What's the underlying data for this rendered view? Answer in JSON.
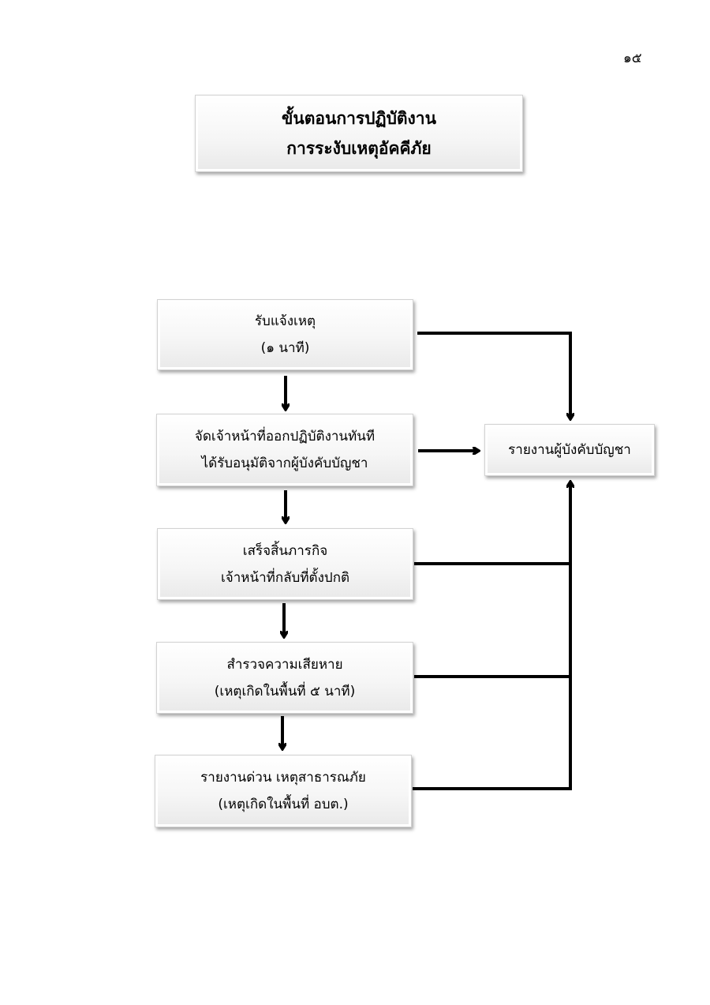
{
  "page_number": "๑๕",
  "title": {
    "line1": "ขั้นตอนการปฏิบัติงาน",
    "line2": "การระงับเหตุอัคคีภัย"
  },
  "steps": [
    {
      "line1": "รับแจ้งเหตุ",
      "line2": "(๑ นาที)"
    },
    {
      "line1": "จัดเจ้าหน้าที่ออกปฏิบัติงานทันที",
      "line2": "ได้รับอนุมัติจากผู้บังคับบัญชา"
    },
    {
      "line1": "เสร็จสิ้นภารกิจ",
      "line2": "เจ้าหน้าที่กลับที่ตั้งปกติ"
    },
    {
      "line1": "สำรวจความเสียหาย",
      "line2": "(เหตุเกิดในพื้นที่ ๕ นาที)"
    },
    {
      "line1": "รายงานด่วน เหตุสาธารณภัย",
      "line2": "(เหตุเกิดในพื้นที่ อบต.)"
    }
  ],
  "report_box": {
    "label": "รายงานผู้บังคับบัญชา"
  }
}
